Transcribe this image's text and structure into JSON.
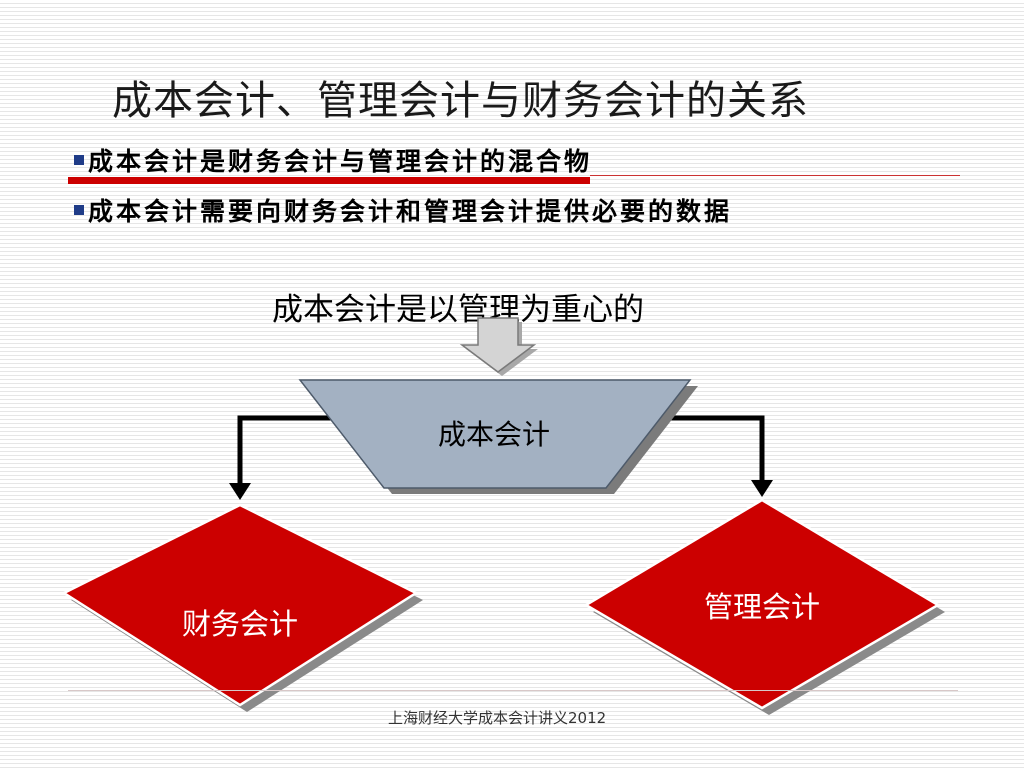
{
  "slide": {
    "title": "成本会计、管理会计与财务会计的关系",
    "bullets": [
      "成本会计是财务会计与管理会计的混合物",
      "成本会计需要向财务会计和管理会计提供必要的数据"
    ],
    "subheading": "成本会计是以管理为重心的",
    "footer": "上海财经大学成本会计讲义2012"
  },
  "diagram": {
    "center_node": "成本会计",
    "left_node": "财务会计",
    "right_node": "管理会计"
  },
  "colors": {
    "accent_red": "#cc0000",
    "node_red": "#cc0000",
    "center_fill": "#a3b1c2",
    "bullet_square": "#1f3c88"
  }
}
